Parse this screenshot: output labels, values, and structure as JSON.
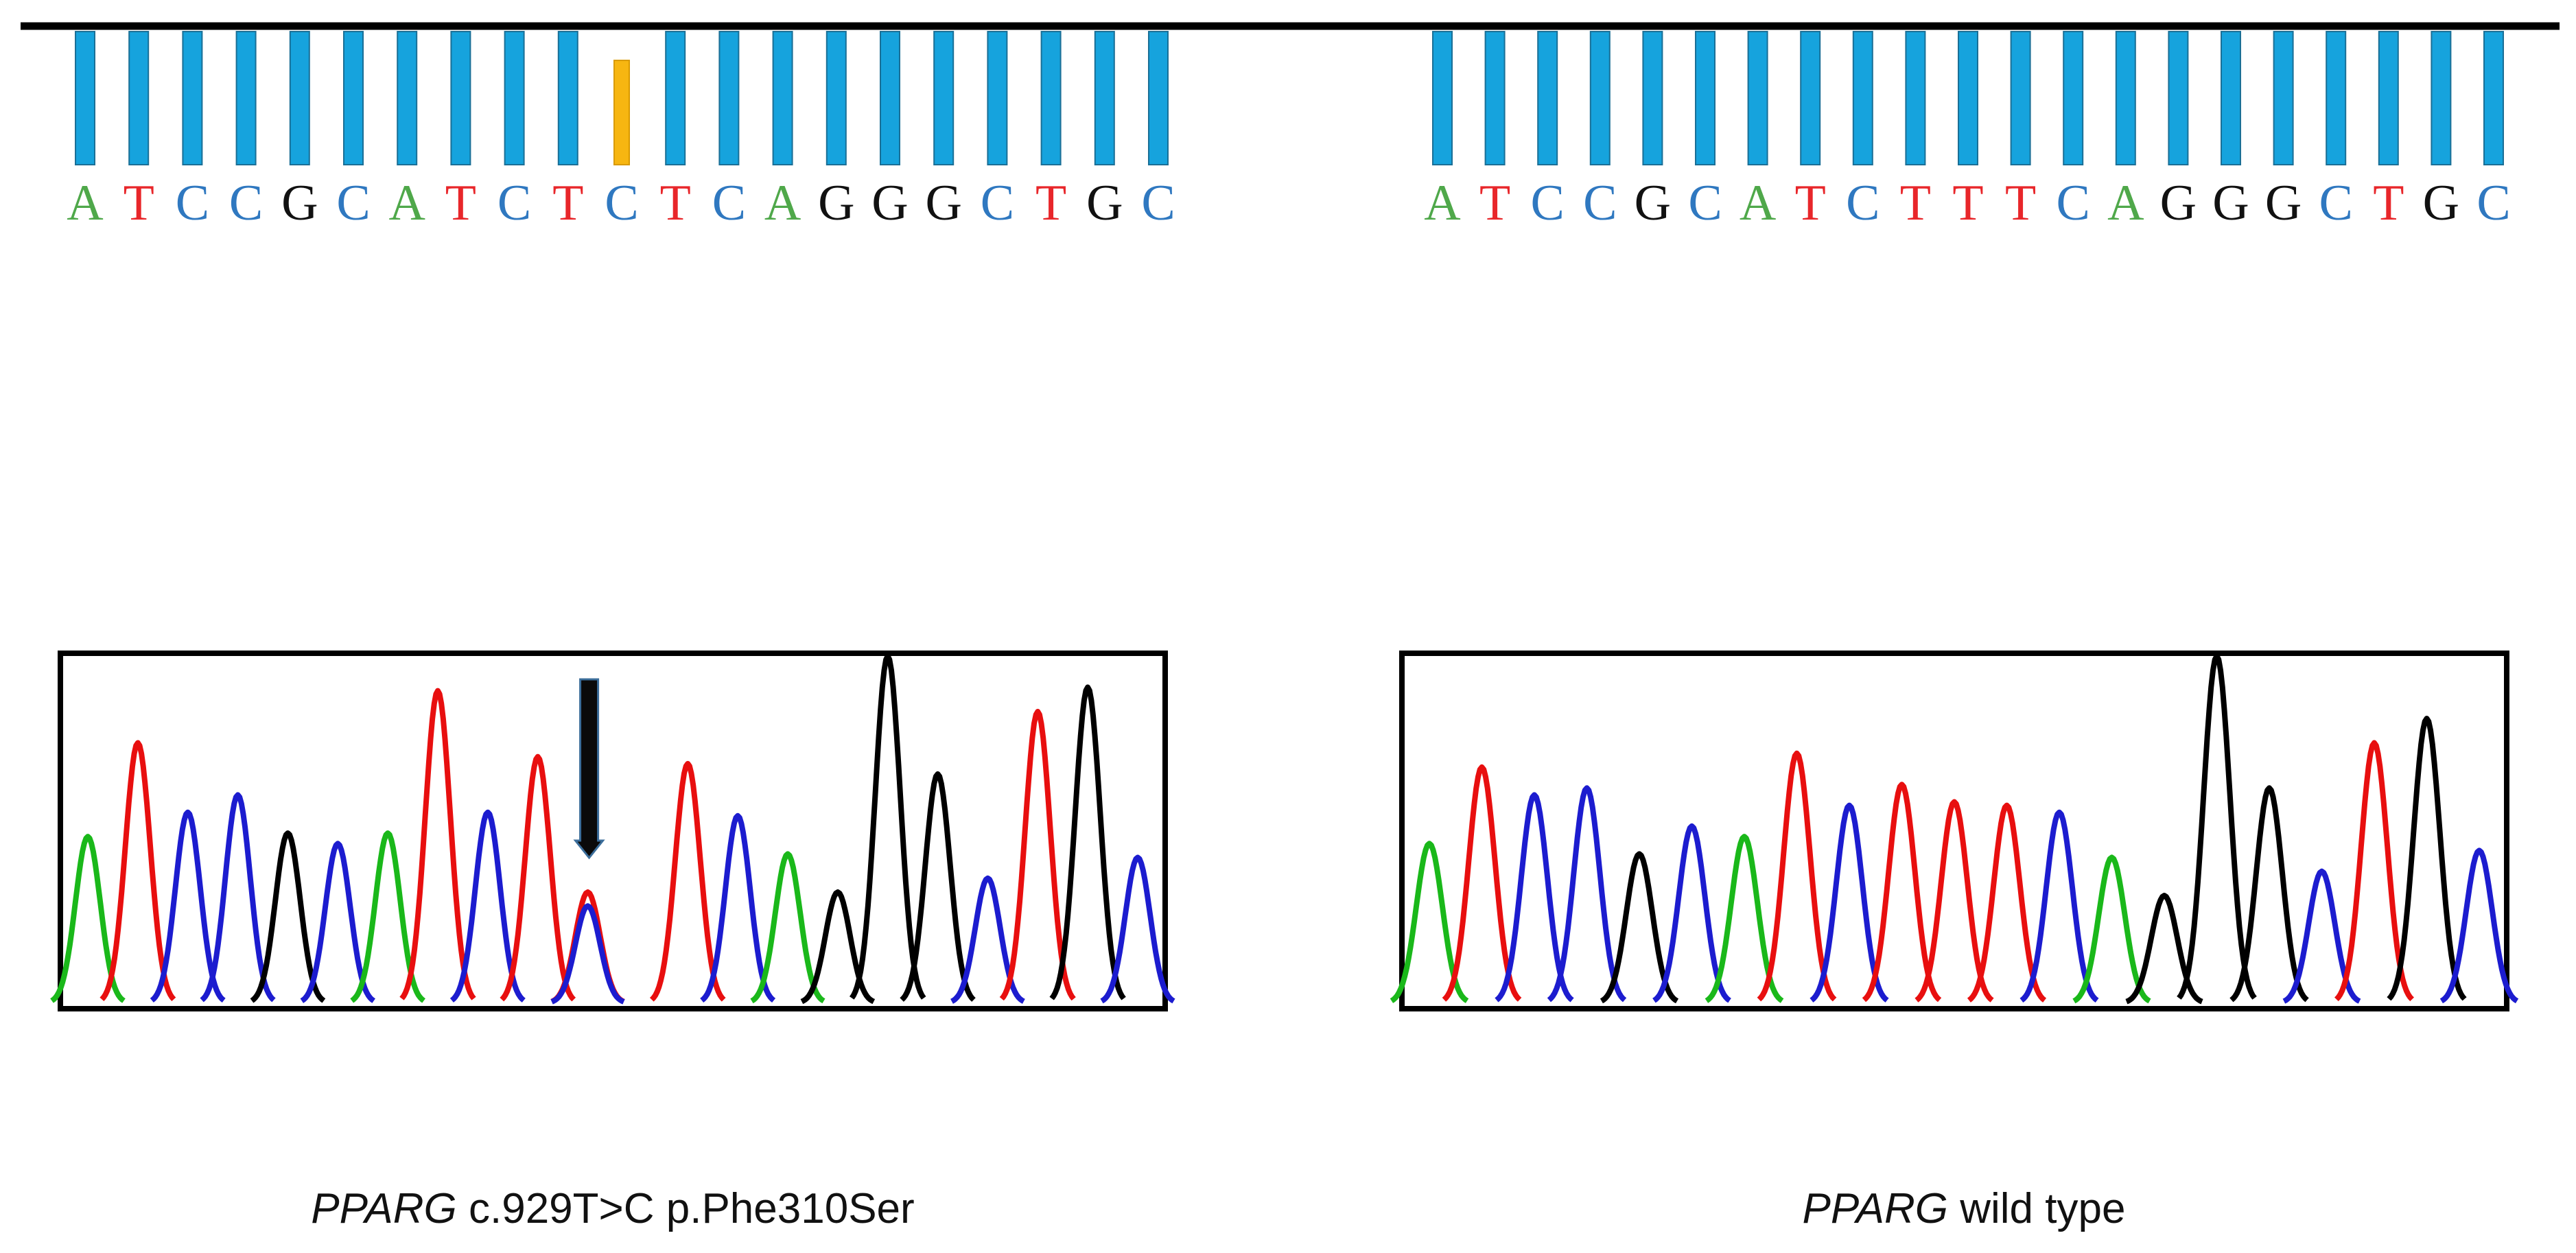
{
  "colors": {
    "A": "#4fa84a",
    "T": "#e8262a",
    "C": "#2f78c0",
    "G": "#111111",
    "bar": "#16a3dd",
    "bar_highlight": "#f7b611",
    "trace_A": "#1ab81a",
    "trace_T": "#e80f0f",
    "trace_C": "#1c1ccf",
    "trace_G": "#000000",
    "arrow": "#0a0a0a"
  },
  "panels": [
    {
      "id": "mutant",
      "sequence": [
        "A",
        "T",
        "C",
        "C",
        "G",
        "C",
        "A",
        "T",
        "C",
        "T",
        "C",
        "T",
        "C",
        "A",
        "G",
        "G",
        "G",
        "C",
        "T",
        "G",
        "C"
      ],
      "highlight_index": 10,
      "caption_gene": "PPARG",
      "caption_rest": " c.929T>C p.Phe310Ser",
      "arrow_label_icon": "down-arrow-icon",
      "chromatogram": {
        "peaks": [
          {
            "base": "A",
            "height": 0.48
          },
          {
            "base": "T",
            "height": 0.75
          },
          {
            "base": "C",
            "height": 0.55
          },
          {
            "base": "C",
            "height": 0.6
          },
          {
            "base": "G",
            "height": 0.49
          },
          {
            "base": "C",
            "height": 0.46
          },
          {
            "base": "A",
            "height": 0.49
          },
          {
            "base": "T",
            "height": 0.9
          },
          {
            "base": "C",
            "height": 0.55
          },
          {
            "base": "T",
            "height": 0.71
          },
          {
            "base": "T",
            "height": 0.32
          },
          {
            "base": "C",
            "height": 0.28
          },
          {
            "base": "T",
            "height": 0.69
          },
          {
            "base": "C",
            "height": 0.54
          },
          {
            "base": "A",
            "height": 0.43
          },
          {
            "base": "G",
            "height": 0.32
          },
          {
            "base": "G",
            "height": 1.0
          },
          {
            "base": "G",
            "height": 0.66
          },
          {
            "base": "C",
            "height": 0.36
          },
          {
            "base": "T",
            "height": 0.84
          },
          {
            "base": "G",
            "height": 0.91
          },
          {
            "base": "C",
            "height": 0.42
          }
        ]
      }
    },
    {
      "id": "wildtype",
      "sequence": [
        "A",
        "T",
        "C",
        "C",
        "G",
        "C",
        "A",
        "T",
        "C",
        "T",
        "T",
        "T",
        "C",
        "A",
        "G",
        "G",
        "G",
        "C",
        "T",
        "G",
        "C"
      ],
      "highlight_index": -1,
      "caption_gene": "PPARG",
      "caption_rest": " wild type",
      "chromatogram": {
        "peaks": [
          {
            "base": "A",
            "height": 0.46
          },
          {
            "base": "T",
            "height": 0.68
          },
          {
            "base": "C",
            "height": 0.6
          },
          {
            "base": "C",
            "height": 0.62
          },
          {
            "base": "G",
            "height": 0.43
          },
          {
            "base": "C",
            "height": 0.51
          },
          {
            "base": "A",
            "height": 0.48
          },
          {
            "base": "T",
            "height": 0.72
          },
          {
            "base": "C",
            "height": 0.57
          },
          {
            "base": "T",
            "height": 0.63
          },
          {
            "base": "T",
            "height": 0.58
          },
          {
            "base": "T",
            "height": 0.57
          },
          {
            "base": "C",
            "height": 0.55
          },
          {
            "base": "A",
            "height": 0.42
          },
          {
            "base": "G",
            "height": 0.31
          },
          {
            "base": "G",
            "height": 1.0
          },
          {
            "base": "G",
            "height": 0.62
          },
          {
            "base": "C",
            "height": 0.38
          },
          {
            "base": "T",
            "height": 0.75
          },
          {
            "base": "G",
            "height": 0.82
          },
          {
            "base": "C",
            "height": 0.44
          }
        ]
      }
    }
  ]
}
